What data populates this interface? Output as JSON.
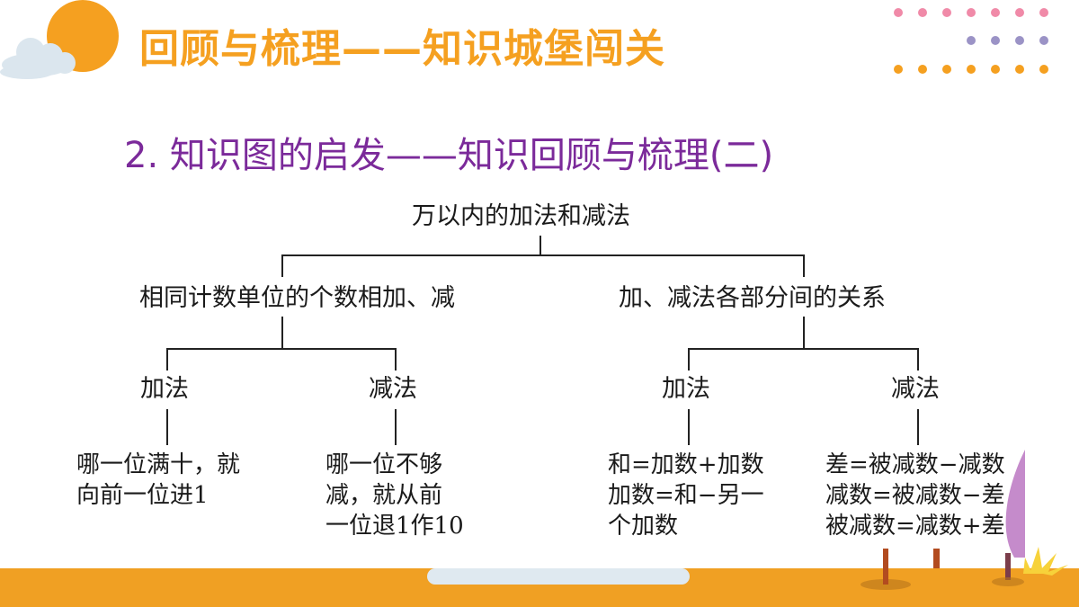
{
  "header": {
    "title": "回顾与梳理——知识城堡闯关"
  },
  "subtitle": "2. 知识图的启发——知识回顾与梳理(二)",
  "tree": {
    "root": "万以内的加法和减法",
    "left": {
      "label": "相同计数单位的个数相加、减",
      "add": {
        "label": "加法",
        "lines": [
          "哪一位满十，就",
          "向前一位进1"
        ]
      },
      "sub": {
        "label": "减法",
        "lines": [
          "哪一位不够",
          "减，就从前",
          "一位退1作10"
        ]
      }
    },
    "right": {
      "label": "加、减法各部分间的关系",
      "add": {
        "label": "加法",
        "lines": [
          "和=加数+加数",
          "加数=和−另一",
          "个加数"
        ]
      },
      "sub": {
        "label": "减法",
        "lines": [
          "差=被减数−减数",
          "减数=被减数−差",
          "被减数=减数+差"
        ]
      }
    }
  },
  "colors": {
    "title": "#f5a020",
    "subtitle": "#7b2a9a",
    "footer": "#f0a023",
    "dots_pink": "#f08aa8",
    "dots_purple": "#9b93c6",
    "dots_orange": "#f5a020"
  }
}
